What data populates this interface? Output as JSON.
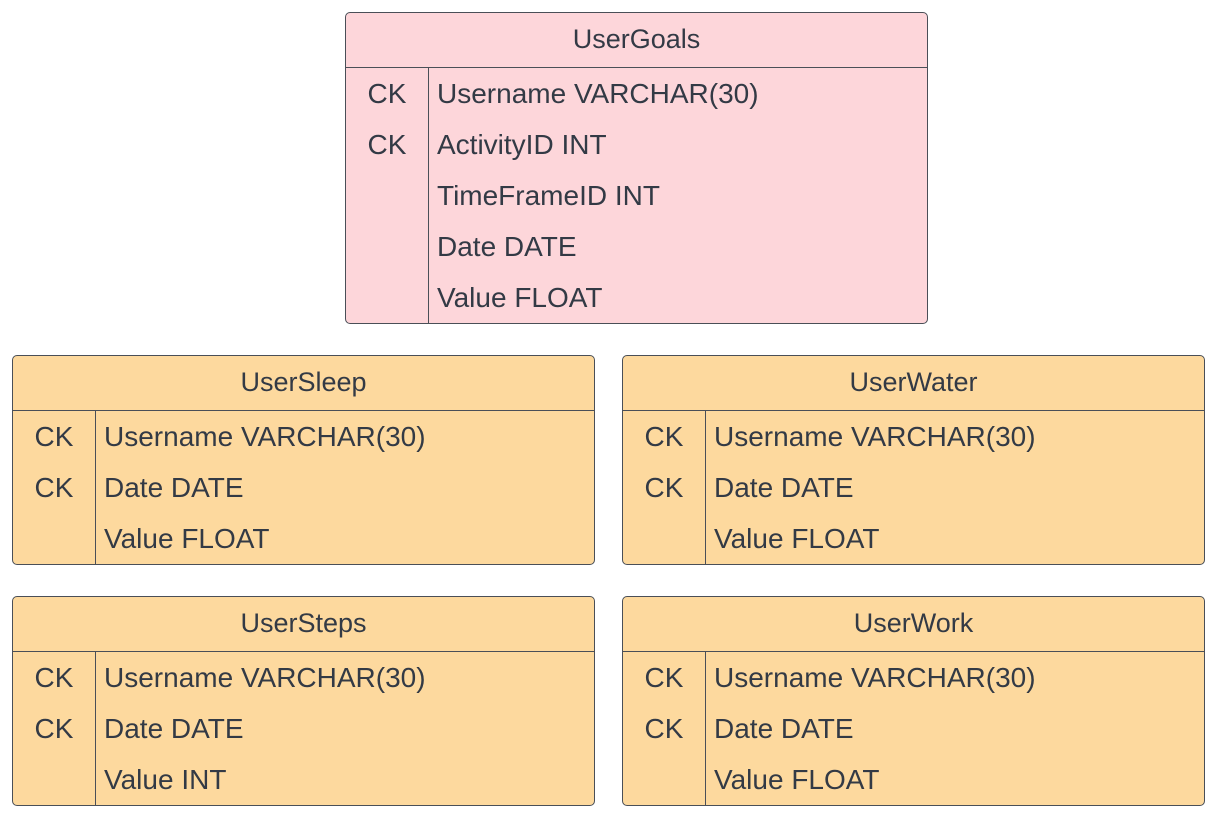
{
  "entities": [
    {
      "id": "usergoals",
      "title": "UserGoals",
      "color": "#fdd6da",
      "fields": [
        {
          "key": "CK",
          "name": "Username VARCHAR(30)"
        },
        {
          "key": "CK",
          "name": "ActivityID INT"
        },
        {
          "key": "",
          "name": "TimeFrameID INT"
        },
        {
          "key": "",
          "name": "Date DATE"
        },
        {
          "key": "",
          "name": "Value FLOAT"
        }
      ]
    },
    {
      "id": "usersleep",
      "title": "UserSleep",
      "color": "#fdd99e",
      "fields": [
        {
          "key": "CK",
          "name": "Username VARCHAR(30)"
        },
        {
          "key": "CK",
          "name": "Date DATE"
        },
        {
          "key": "",
          "name": "Value FLOAT"
        }
      ]
    },
    {
      "id": "userwater",
      "title": "UserWater",
      "color": "#fdd99e",
      "fields": [
        {
          "key": "CK",
          "name": "Username VARCHAR(30)"
        },
        {
          "key": "CK",
          "name": "Date DATE"
        },
        {
          "key": "",
          "name": "Value FLOAT"
        }
      ]
    },
    {
      "id": "usersteps",
      "title": "UserSteps",
      "color": "#fdd99e",
      "fields": [
        {
          "key": "CK",
          "name": "Username VARCHAR(30)"
        },
        {
          "key": "CK",
          "name": "Date DATE"
        },
        {
          "key": "",
          "name": "Value INT"
        }
      ]
    },
    {
      "id": "userwork",
      "title": "UserWork",
      "color": "#fdd99e",
      "fields": [
        {
          "key": "CK",
          "name": "Username VARCHAR(30)"
        },
        {
          "key": "CK",
          "name": "Date DATE"
        },
        {
          "key": "",
          "name": "Value FLOAT"
        }
      ]
    }
  ]
}
